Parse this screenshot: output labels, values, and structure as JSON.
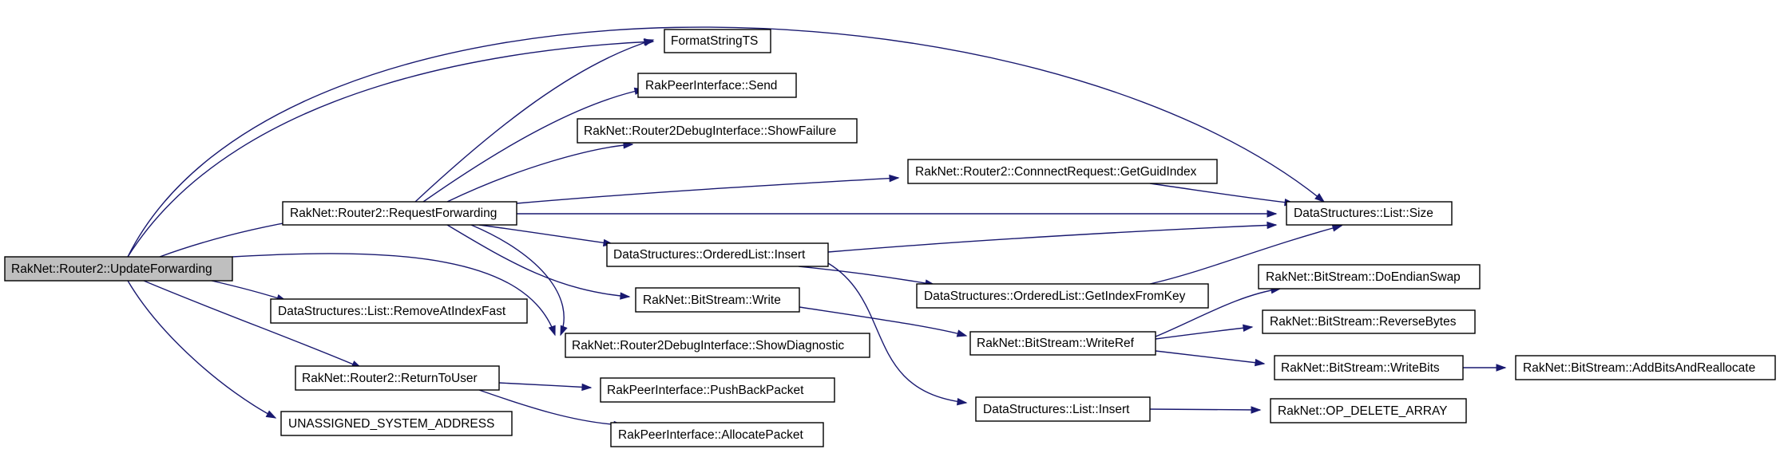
{
  "nodes": {
    "update_forwarding": "RakNet::Router2::UpdateForwarding",
    "request_forwarding": "RakNet::Router2::RequestForwarding",
    "remove_at_index_fast": "DataStructures::List::RemoveAtIndexFast",
    "return_to_user": "RakNet::Router2::ReturnToUser",
    "unassigned_system_address": "UNASSIGNED_SYSTEM_ADDRESS",
    "format_string_ts": "FormatStringTS",
    "rak_peer_send": "RakPeerInterface::Send",
    "show_failure": "RakNet::Router2DebugInterface::ShowFailure",
    "ordered_list_insert": "DataStructures::OrderedList::Insert",
    "bitstream_write": "RakNet::BitStream::Write",
    "show_diagnostic": "RakNet::Router2DebugInterface::ShowDiagnostic",
    "push_back_packet": "RakPeerInterface::PushBackPacket",
    "allocate_packet": "RakPeerInterface::AllocatePacket",
    "get_guid_index": "RakNet::Router2::ConnnectRequest::GetGuidIndex",
    "get_index_from_key": "DataStructures::OrderedList::GetIndexFromKey",
    "write_ref": "RakNet::BitStream::WriteRef",
    "list_insert": "DataStructures::List::Insert",
    "list_size": "DataStructures::List::Size",
    "do_endian_swap": "RakNet::BitStream::DoEndianSwap",
    "reverse_bytes": "RakNet::BitStream::ReverseBytes",
    "write_bits": "RakNet::BitStream::WriteBits",
    "op_delete_array": "RakNet::OP_DELETE_ARRAY",
    "add_bits_and_reallocate": "RakNet::BitStream::AddBitsAndReallocate"
  },
  "edges": [
    [
      "update_forwarding",
      "format_string_ts"
    ],
    [
      "update_forwarding",
      "list_size"
    ],
    [
      "update_forwarding",
      "request_forwarding"
    ],
    [
      "update_forwarding",
      "remove_at_index_fast"
    ],
    [
      "update_forwarding",
      "show_diagnostic"
    ],
    [
      "update_forwarding",
      "return_to_user"
    ],
    [
      "update_forwarding",
      "unassigned_system_address"
    ],
    [
      "request_forwarding",
      "format_string_ts"
    ],
    [
      "request_forwarding",
      "rak_peer_send"
    ],
    [
      "request_forwarding",
      "show_failure"
    ],
    [
      "request_forwarding",
      "get_guid_index"
    ],
    [
      "request_forwarding",
      "list_size"
    ],
    [
      "request_forwarding",
      "ordered_list_insert"
    ],
    [
      "request_forwarding",
      "bitstream_write"
    ],
    [
      "request_forwarding",
      "show_diagnostic"
    ],
    [
      "ordered_list_insert",
      "list_size"
    ],
    [
      "ordered_list_insert",
      "get_index_from_key"
    ],
    [
      "ordered_list_insert",
      "list_insert"
    ],
    [
      "get_guid_index",
      "list_size"
    ],
    [
      "get_index_from_key",
      "list_size"
    ],
    [
      "bitstream_write",
      "write_ref"
    ],
    [
      "write_ref",
      "do_endian_swap"
    ],
    [
      "write_ref",
      "reverse_bytes"
    ],
    [
      "write_ref",
      "write_bits"
    ],
    [
      "write_bits",
      "add_bits_and_reallocate"
    ],
    [
      "list_insert",
      "op_delete_array"
    ],
    [
      "return_to_user",
      "push_back_packet"
    ],
    [
      "return_to_user",
      "allocate_packet"
    ]
  ]
}
